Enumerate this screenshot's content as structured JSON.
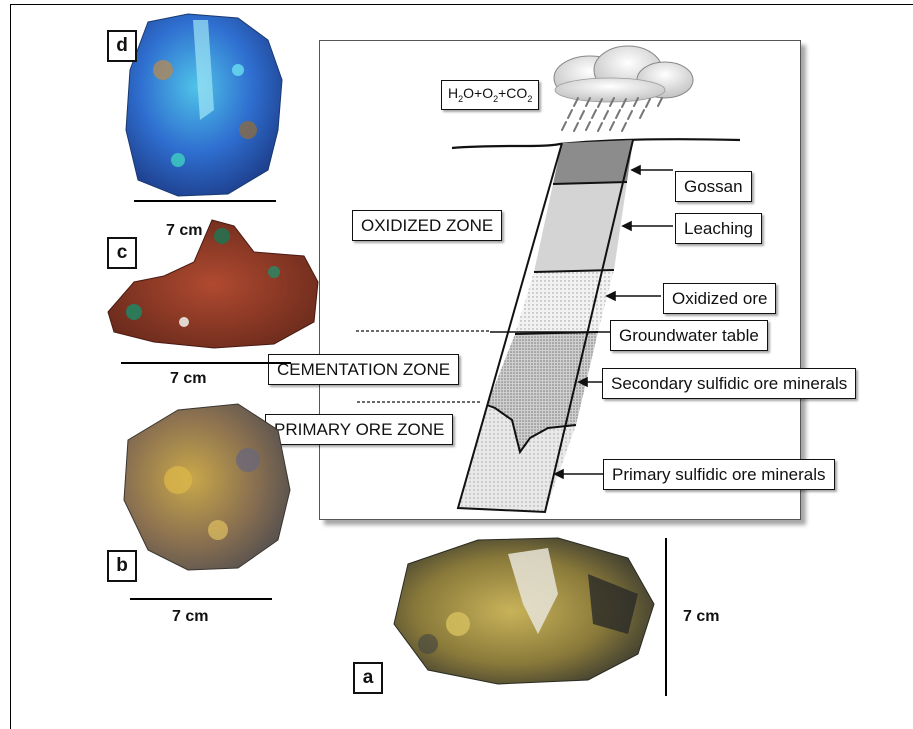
{
  "diagram": {
    "formula": {
      "h": "H",
      "s2": "2",
      "o": "O+O",
      "s2b": "2",
      "plus": "+CO",
      "s2c": "2"
    },
    "zones": {
      "oxidized": "OXIDIZED ZONE",
      "cementation": "CEMENTATION ZONE",
      "primary": "PRIMARY ORE ZONE"
    },
    "callouts": {
      "gossan": "Gossan",
      "leaching": "Leaching",
      "oxidized_ore": "Oxidized ore",
      "groundwater": "Groundwater table",
      "secondary": "Secondary sulfidic ore minerals",
      "primary": "Primary sulfidic ore minerals"
    }
  },
  "specimens": {
    "a": {
      "letter": "a",
      "scale": "7 cm"
    },
    "b": {
      "letter": "b",
      "scale": "7 cm"
    },
    "c": {
      "letter": "c",
      "scale": "7 cm"
    },
    "d": {
      "letter": "d",
      "scale": "7 cm"
    }
  },
  "colors": {
    "gossan": "#8c8c8c",
    "leaching": "#d4d4d4",
    "oxidized_ore": "#ececec",
    "secondary": "#c2c2c2",
    "primary": "#e2e2e2"
  }
}
